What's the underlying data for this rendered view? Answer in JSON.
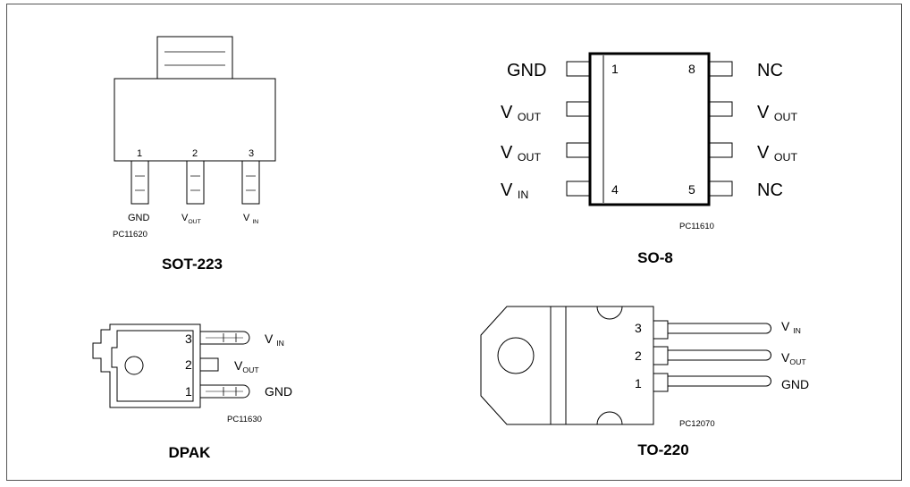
{
  "packages": {
    "sot223": {
      "title": "SOT-223",
      "code": "PC11620",
      "pins": [
        {
          "num": "1",
          "label": "GND",
          "sub": ""
        },
        {
          "num": "2",
          "label": "V",
          "sub": "OUT"
        },
        {
          "num": "3",
          "label": "V ",
          "sub": "IN"
        }
      ]
    },
    "so8": {
      "title": "SO-8",
      "code": "PC11610",
      "left_pins": [
        {
          "num": "1",
          "label": "GND",
          "sub": ""
        },
        {
          "num": "",
          "label": "V ",
          "sub": "OUT"
        },
        {
          "num": "",
          "label": "V ",
          "sub": "OUT"
        },
        {
          "num": "4",
          "label": "V ",
          "sub": "IN"
        }
      ],
      "right_pins": [
        {
          "num": "8",
          "label": "NC",
          "sub": ""
        },
        {
          "num": "",
          "label": "V ",
          "sub": "OUT"
        },
        {
          "num": "",
          "label": "V ",
          "sub": "OUT"
        },
        {
          "num": "5",
          "label": "NC",
          "sub": ""
        }
      ]
    },
    "dpak": {
      "title": "DPAK",
      "code": "PC11630",
      "pins": [
        {
          "num": "3",
          "label": "V ",
          "sub": "IN"
        },
        {
          "num": "2",
          "label": "V",
          "sub": "OUT"
        },
        {
          "num": "1",
          "label": "GND",
          "sub": ""
        }
      ]
    },
    "to220": {
      "title": "TO-220",
      "code": "PC12070",
      "pins": [
        {
          "num": "3",
          "label": "V ",
          "sub": "IN"
        },
        {
          "num": "2",
          "label": "V",
          "sub": "OUT"
        },
        {
          "num": "1",
          "label": "GND",
          "sub": ""
        }
      ]
    }
  }
}
